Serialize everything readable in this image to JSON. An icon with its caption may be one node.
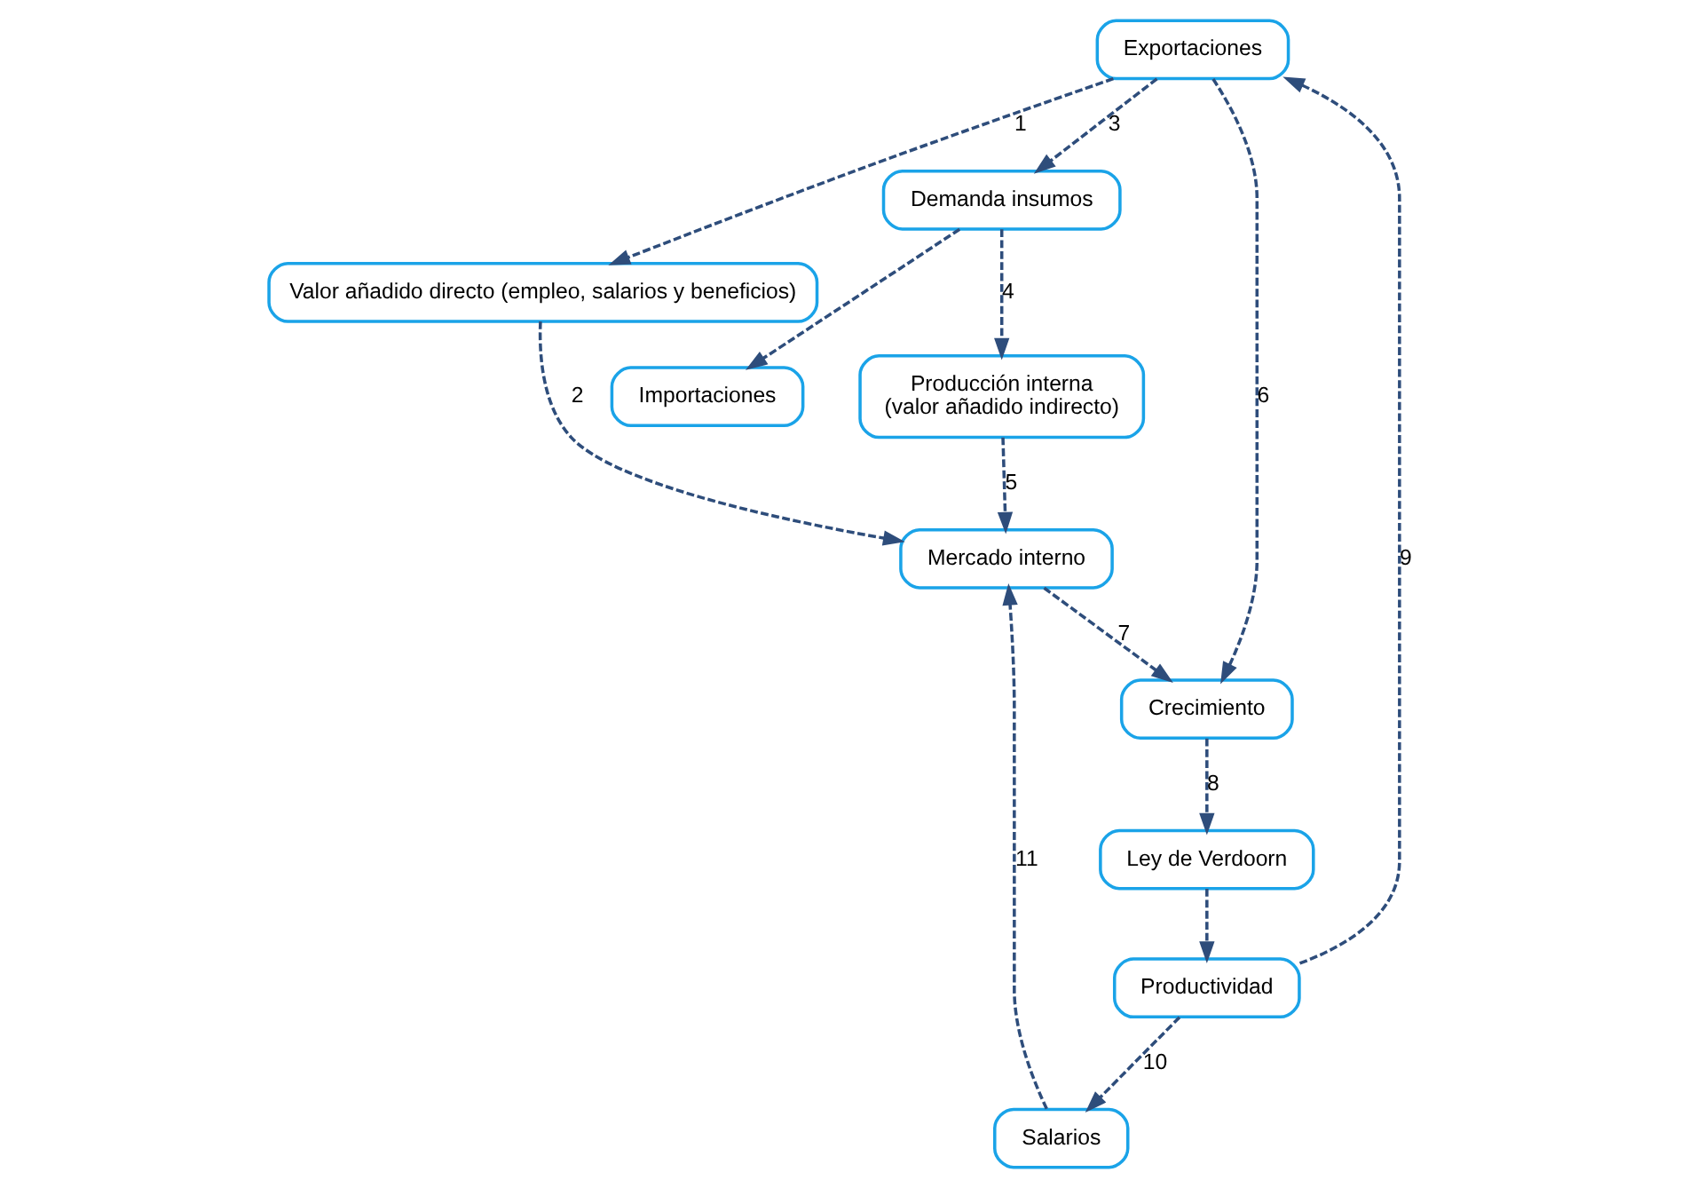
{
  "diagram": {
    "nodes": [
      {
        "text": [
          "Exportaciones"
        ]
      },
      {
        "text": [
          "Valor añadido directo (empleo, salarios y beneficios)"
        ]
      },
      {
        "text": [
          "Demanda insumos"
        ]
      },
      {
        "text": [
          "Crecimiento"
        ]
      },
      {
        "text": [
          "Productividad"
        ]
      },
      {
        "text": [
          "Producción interna",
          "(valor añadido indirecto)"
        ]
      },
      {
        "text": [
          "Importaciones"
        ]
      },
      {
        "text": [
          "Ley de Verdoorn"
        ]
      },
      {
        "text": [
          "Mercado interno"
        ]
      },
      {
        "text": [
          "Salarios"
        ]
      }
    ],
    "edges": [
      {
        "from": 0,
        "to": 1,
        "arrow": "to",
        "label": "1",
        "style": "dashed"
      },
      {
        "from": 0,
        "to": 2,
        "arrow": "to",
        "label": "3",
        "style": "dashed"
      },
      {
        "from": 0,
        "to": 3,
        "arrow": "to",
        "label": "6",
        "style": "dashed"
      },
      {
        "from": 4,
        "to": 0,
        "arrow": "to",
        "label": "9",
        "style": "dashed"
      },
      {
        "from": 1,
        "to": 8,
        "arrow": "to",
        "label": "2",
        "style": "dashed"
      },
      {
        "from": 2,
        "to": 5,
        "arrow": "to",
        "label": "4",
        "style": "dashed"
      },
      {
        "from": 2,
        "to": 6,
        "arrow": "to",
        "style": "dashed"
      },
      {
        "from": 5,
        "to": 8,
        "arrow": "to",
        "label": "5",
        "style": "dashed"
      },
      {
        "from": 8,
        "to": 3,
        "arrow": "to",
        "label": "7",
        "style": "dashed"
      },
      {
        "from": 3,
        "to": 7,
        "arrow": "to",
        "label": "8",
        "style": "dashed"
      },
      {
        "from": 7,
        "to": 4,
        "arrow": "to",
        "style": "dashed"
      },
      {
        "from": 4,
        "to": 9,
        "arrow": "to",
        "label": "10",
        "style": "dashed"
      },
      {
        "from": 9,
        "to": 8,
        "arrow": "to",
        "label": "11",
        "style": "dashed"
      }
    ]
  }
}
